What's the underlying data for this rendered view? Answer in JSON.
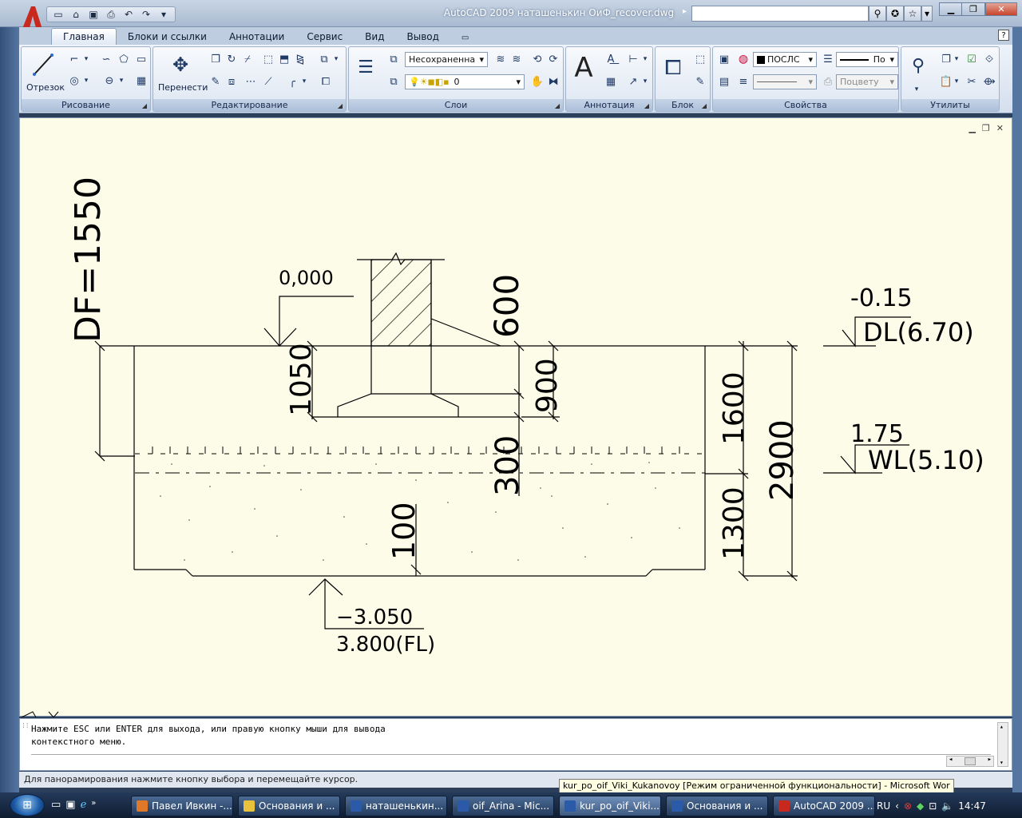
{
  "window": {
    "title": "AutoCAD 2009 наташенькин ОиФ_recover.dwg"
  },
  "ribbon_tabs": [
    "Главная",
    "Блоки и ссылки",
    "Аннотации",
    "Сервис",
    "Вид",
    "Вывод"
  ],
  "panels": {
    "draw": {
      "title": "Рисование",
      "big_tool": "Отрезок"
    },
    "modify": {
      "title": "Редактирование",
      "big_tool": "Перенести"
    },
    "layers": {
      "title": "Слои",
      "layer_state": "Несохраненна",
      "current_layer": "0"
    },
    "annotation": {
      "title": "Аннотация"
    },
    "block": {
      "title": "Блок"
    },
    "properties": {
      "title": "Свойства",
      "color": "ПОСЛС",
      "linetype": "По",
      "plot_style": "Поцвету"
    },
    "utilities": {
      "title": "Утилиты"
    }
  },
  "drawing": {
    "df_label": "DF=1550",
    "zero_level": "0,000",
    "dim_600": "600",
    "dim_1050": "1050",
    "dim_900": "900",
    "dim_1600": "1600",
    "dim_2900": "2900",
    "dim_300": "300",
    "dim_100": "100",
    "dim_1300": "1300",
    "dl_value": "-0.15",
    "dl_label": "DL(6.70)",
    "wl_value": "1.75",
    "wl_label": "WL(5.10)",
    "bottom_level": "−3.050",
    "fl_label": "3.800(FL)"
  },
  "command_line": {
    "line1": "Нажмите ESC или ENTER для выхода, или правую кнопку мыши для вывода",
    "line2": "контекстного меню."
  },
  "status_bar": "Для панорамирования нажмите кнопку выбора и перемещайте курсор.",
  "tooltip": "kur_po_oif_Viki_Kukanovoy [Режим ограниченной функциональности] - Microsoft Wor",
  "taskbar": {
    "items": [
      {
        "label": "Павел Ивкин -...",
        "color": "#e0782a"
      },
      {
        "label": "Основания и ...",
        "color": "#e8c23a"
      },
      {
        "label": "наташенькин...",
        "color": "#2a5aa8"
      },
      {
        "label": "oif_Arina - Mic...",
        "color": "#2a5aa8"
      },
      {
        "label": "kur_po_oif_Viki...",
        "color": "#2a5aa8"
      },
      {
        "label": "Основания и ...",
        "color": "#2a5aa8"
      },
      {
        "label": "AutoCAD 2009 ...",
        "color": "#c8281e"
      }
    ],
    "language": "RU",
    "clock": "14:47"
  }
}
